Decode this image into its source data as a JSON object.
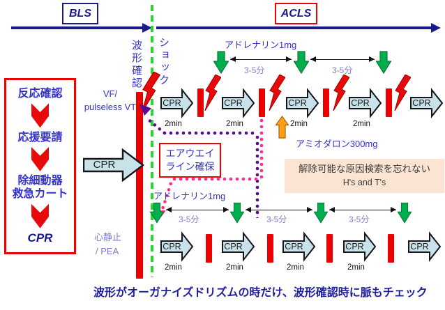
{
  "phase_bar": {
    "bls": "BLS",
    "acls": "ACLS"
  },
  "vertical_labels": {
    "waveform_check": "波形確認",
    "shock": "ショック"
  },
  "checklist": {
    "step1": "反応確認",
    "step2": "応援要請",
    "step3_line1": "除細動器",
    "step3_line2": "救急カート",
    "step4": "CPR"
  },
  "bls_cpr": {
    "label": "CPR"
  },
  "vf_track": {
    "rhythm_line1": "VF/",
    "rhythm_line2": "pulseless VT",
    "epinephrine_label": "アドレナリン1mg",
    "intervals": [
      "3-5分",
      "3-5分"
    ],
    "amiodarone_label": "アミオダロン300mg",
    "cpr_blocks": [
      {
        "label": "CPR",
        "duration": "2min"
      },
      {
        "label": "CPR",
        "duration": "2min"
      },
      {
        "label": "CPR",
        "duration": "2min"
      },
      {
        "label": "CPR",
        "duration": "2min"
      },
      {
        "label": "CPR",
        "duration": ""
      }
    ]
  },
  "pea_track": {
    "rhythm_line1": "心静止",
    "rhythm_line2": "/ PEA",
    "epinephrine_label": "アドレナリン1mg",
    "intervals": [
      "3-5分",
      "3-5分",
      "3-5分"
    ],
    "cpr_blocks": [
      {
        "label": "CPR",
        "duration": "2min"
      },
      {
        "label": "CPR",
        "duration": "2min"
      },
      {
        "label": "CPR",
        "duration": "2min"
      },
      {
        "label": "CPR",
        "duration": "2min"
      },
      {
        "label": "CPR",
        "duration": ""
      }
    ]
  },
  "airway_box": {
    "line1": "エアウエイ",
    "line2": "ライン確保"
  },
  "reversible_causes_box": {
    "line1": "解除可能な原因検索を忘れない",
    "line2": "H's and T's"
  },
  "footnote": "波形がオーガナイズドリズムの時だけ、波形確認時に脈もチェック",
  "colors": {
    "navy": "#1A1A8C",
    "label_blue": "#3333CC",
    "red": "#EE0000",
    "green_dashed_line": "#2FD32F",
    "green_arrow": "#00AE4D",
    "orange_arrow": "#FF9E1B",
    "pink_path": "#FF2D8D",
    "purple_path": "#5B0A91",
    "peach_box_bg": "#FBE5D2",
    "cpr_arrow_fill": "#C9E2EA",
    "interval_text": "#8080CC"
  }
}
